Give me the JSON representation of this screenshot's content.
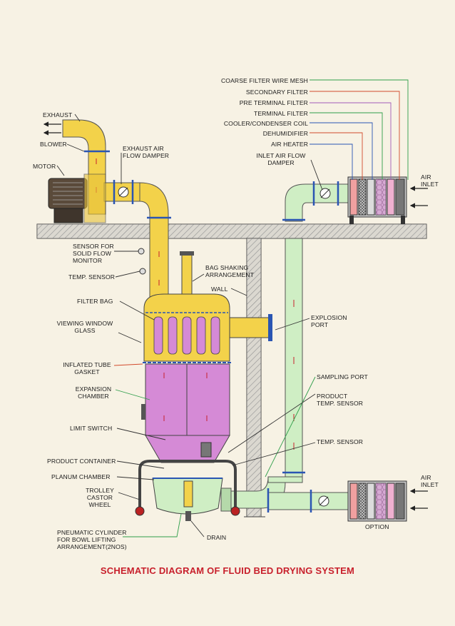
{
  "title": "SCHEMATIC DIAGRAM OF FLUID BED DRYING SYSTEM",
  "colors": {
    "paper": "#f7f2e4",
    "exhaust_duct": "#f3d24a",
    "inlet_duct": "#cfeec4",
    "chamber": "#d58ad6",
    "wall": "#a9a9a9",
    "title": "#c8202c"
  },
  "labels": {
    "exhaust": "EXHAUST",
    "blower": "BLOWER",
    "motor": "MOTOR",
    "exhaust_damper": "EXHAUST AIR\nFLOW DAMPER",
    "coarse_filter": "COARSE FILTER WIRE MESH",
    "secondary_filter": "SECONDARY FILTER",
    "pre_terminal_filter": "PRE TERMINAL FILTER",
    "terminal_filter": "TERMINAL FILTER",
    "cooler_coil": "COOLER/CONDENSER COIL",
    "dehumidifier": "DEHUMIDIFIER",
    "air_heater": "AIR HEATER",
    "inlet_damper": "INLET AIR FLOW\nDAMPER",
    "air_inlet_top": "AIR\nINLET",
    "sensor_solid_flow": "SENSOR FOR\nSOLID FLOW\nMONITOR",
    "temp_sensor_left": "TEMP. SENSOR",
    "bag_shaking": "BAG SHAKING\nARRANGEMENT",
    "wall": "WALL",
    "filter_bag": "FILTER BAG",
    "viewing_window": "VIEWING WINDOW\nGLASS",
    "explosion_port": "EXPLOSION\nPORT",
    "inflated_tube": "INFLATED TUBE\nGASKET",
    "expansion_chamber": "EXPANSION\nCHAMBER",
    "sampling_port": "SAMPLING PORT",
    "product_temp_sensor": "PRODUCT\nTEMP. SENSOR",
    "limit_switch": "LIMIT SWITCH",
    "temp_sensor_right": "TEMP. SENSOR",
    "product_container": "PRODUCT CONTAINER",
    "planum_chamber": "PLANUM CHAMBER",
    "trolley": "TROLLEY\nCASTOR\nWHEEL",
    "air_inlet_bottom": "AIR\nINLET",
    "pneumatic_cylinder": "PNEUMATIC CYLINDER\nFOR BOWL LIFTING\nARRANGEMENT(2NOS)",
    "drain": "DRAIN",
    "option": "OPTION"
  }
}
